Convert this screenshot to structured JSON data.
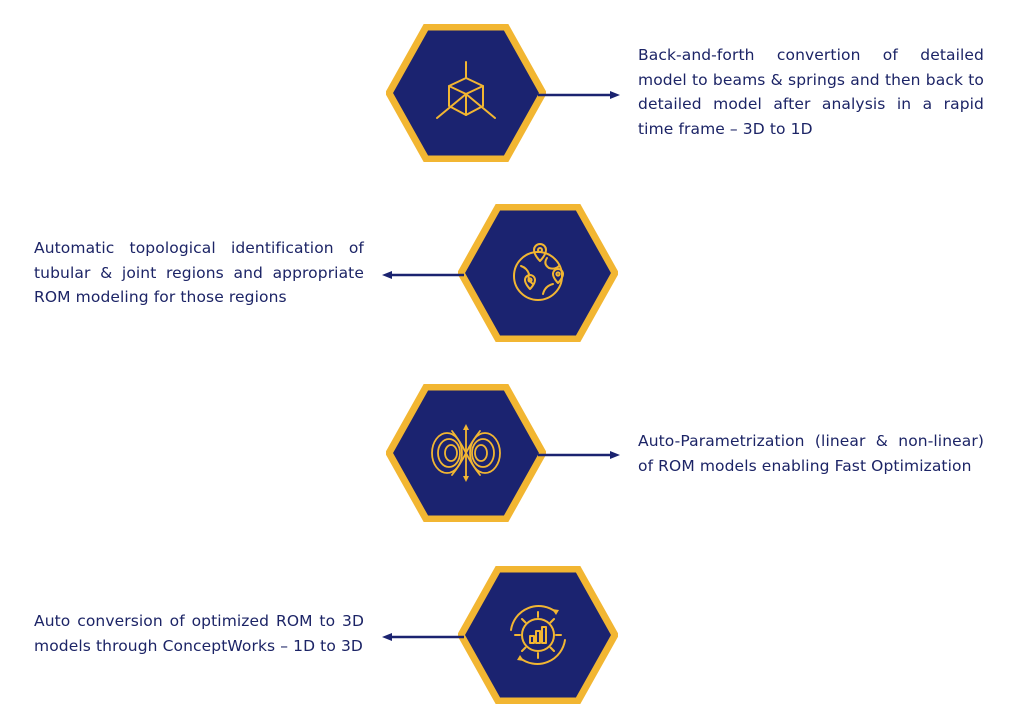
{
  "colors": {
    "hex_fill": "#1b2370",
    "hex_border": "#f2b632",
    "icon": "#f2b632",
    "arrow": "#1b2370",
    "text": "#1c2466"
  },
  "steps": [
    {
      "icon": "3d-cube-axes-icon",
      "text": "Back-and-forth convertion of detailed model to beams & springs and then back to detailed model after analysis in a rapid time frame – 3D to 1D"
    },
    {
      "icon": "globe-location-pins-icon",
      "text": "Automatic topological identification of tubular & joint regions and appropriate ROM modeling for those regions"
    },
    {
      "icon": "magnetic-field-lines-icon",
      "text": "Auto-Parametrization (linear & non-linear) of ROM models enabling Fast Optimization"
    },
    {
      "icon": "gear-bar-chart-cycle-icon",
      "text": "Auto conversion of optimized ROM to 3D models through ConceptWorks – 1D to 3D"
    }
  ]
}
